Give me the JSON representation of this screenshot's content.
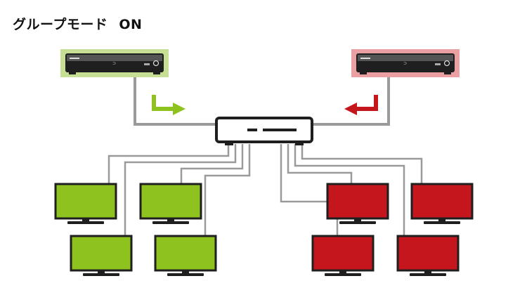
{
  "title": "グループモード",
  "mode_status": "ON",
  "colors": {
    "group_a": "#8dc21f",
    "group_a_bg": "#c6df95",
    "group_b": "#c4161c",
    "group_b_bg": "#eaa0a3",
    "cable": "#9a9a9a",
    "device": "#1f1f1f"
  },
  "icons": {
    "recorder": "recorder-icon",
    "switch": "network-switch-icon",
    "tv": "tv-icon",
    "arrow_a": "arrow-right-icon",
    "arrow_b": "arrow-left-icon"
  },
  "groups": [
    {
      "id": "a",
      "color_key": "group_a",
      "tv_count": 4
    },
    {
      "id": "b",
      "color_key": "group_b",
      "tv_count": 4
    }
  ]
}
